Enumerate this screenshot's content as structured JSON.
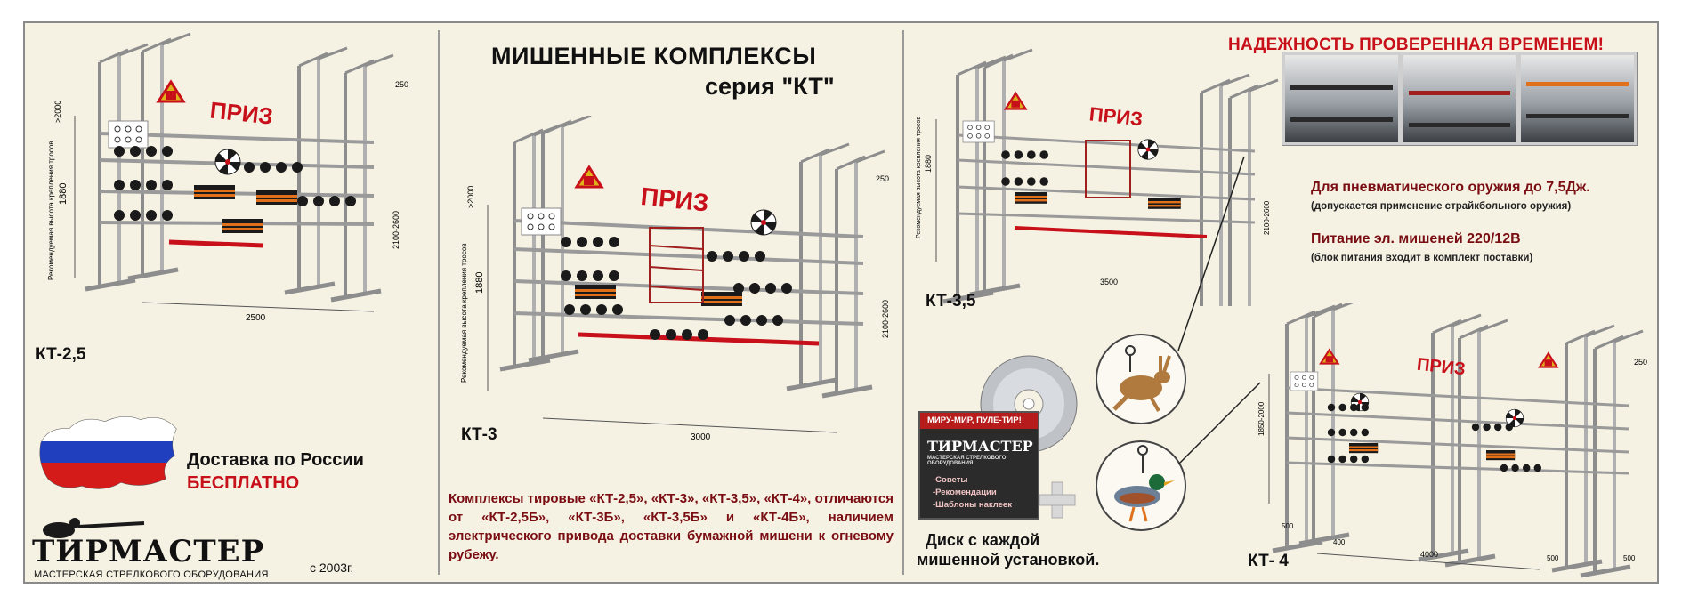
{
  "header": {
    "title": "МИШЕННЫЕ КОМПЛЕКСЫ",
    "subtitle": "серия \"КТ\""
  },
  "models": {
    "kt25": "КТ-2,5",
    "kt3": "КТ-3",
    "kt35": "КТ-3,5",
    "kt4": "КТ- 4"
  },
  "dimensions": {
    "kt25": {
      "width": "2500",
      "height": "1880",
      "cable_height": "2100-2600",
      "depth": "250",
      "recommended": ">2000",
      "side": "Рекомендуемая высота крепления тросов"
    },
    "kt3": {
      "width": "3000",
      "height": "1880",
      "cable_height": "2100-2600",
      "depth": "250",
      "recommended": ">2000",
      "side": "Рекомендуемая высота крепления тросов"
    },
    "kt35": {
      "width": "3500",
      "height": "1880",
      "cable_height": "2100-2600",
      "side": "Рекомендуемая высота крепления тросов"
    },
    "kt4": {
      "width": "4000",
      "height": "1850-2000",
      "depth": "250",
      "side_a": "500",
      "side_b": "400",
      "side_c": "500",
      "side_d": "500"
    }
  },
  "prize_label": "ПРИЗ",
  "reliability": "НАДЕЖНОСТЬ ПРОВЕРЕННАЯ ВРЕМЕНЕМ!",
  "specs": {
    "pneumatic": "Для пневматического оружия до 7,5Дж.",
    "pneumatic_note": "(допускается применение страйкбольного оружия)",
    "power": "Питание эл. мишеней 220/12В",
    "power_note": "(блок питания входит в  комплект поставки)"
  },
  "description": "Комплексы тировые «КТ-2,5», «КТ-3», «КТ-3,5», «КТ-4», отличаются от «КТ-2,5Б», «КТ-3Б», «КТ-3,5Б» и «КТ-4Б», наличием электрического привода доставки бумажной мишени к огневому рубежу.",
  "delivery": {
    "line1": "Доставка по России",
    "line2": "БЕСПЛАТНО"
  },
  "logo": {
    "name": "ТИРМАСТЕР",
    "tagline": "МАСТЕРСКАЯ СТРЕЛКОВОГО ОБОРУДОВАНИЯ",
    "since": "с 2003г."
  },
  "disc": {
    "slogan": "МИРУ-МИР, ПУЛЕ-ТИР!",
    "brand": "ТИРМАСТЕР",
    "brand_sub": "МАСТЕРСКАЯ СТРЕЛКОВОГО ОБОРУДОВАНИЯ",
    "items": [
      "-Советы",
      "-Рекомендации",
      "-Шаблоны наклеек"
    ],
    "caption_line1": "Диск с каждой",
    "caption_line2": "мишенной установкой."
  },
  "colors": {
    "background": "#f5f1e3",
    "accent_red": "#c8101a",
    "dark_red": "#7a0d12",
    "frame_metal": "#9a9a9a",
    "orange_stripe": "#e0701a",
    "target_black": "#1a1a1a"
  }
}
